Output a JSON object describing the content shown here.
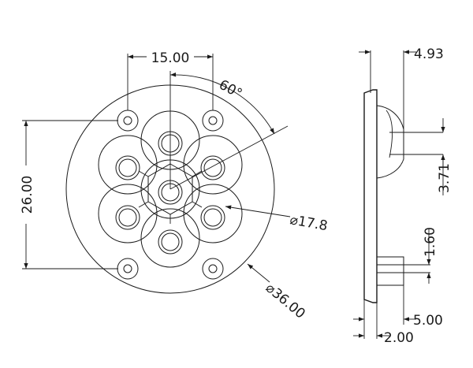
{
  "front_view": {
    "dim_hole_spacing": "15.00",
    "dim_angle": "60°",
    "dim_vertical": "26.00",
    "dim_pcd": "⌀17.8",
    "dim_outer": "⌀36.00"
  },
  "side_view": {
    "dim_top": "4.93",
    "dim_stem": "3.71",
    "dim_pin": "1.60",
    "dim_depth": "5.00",
    "dim_base": "2.00"
  }
}
